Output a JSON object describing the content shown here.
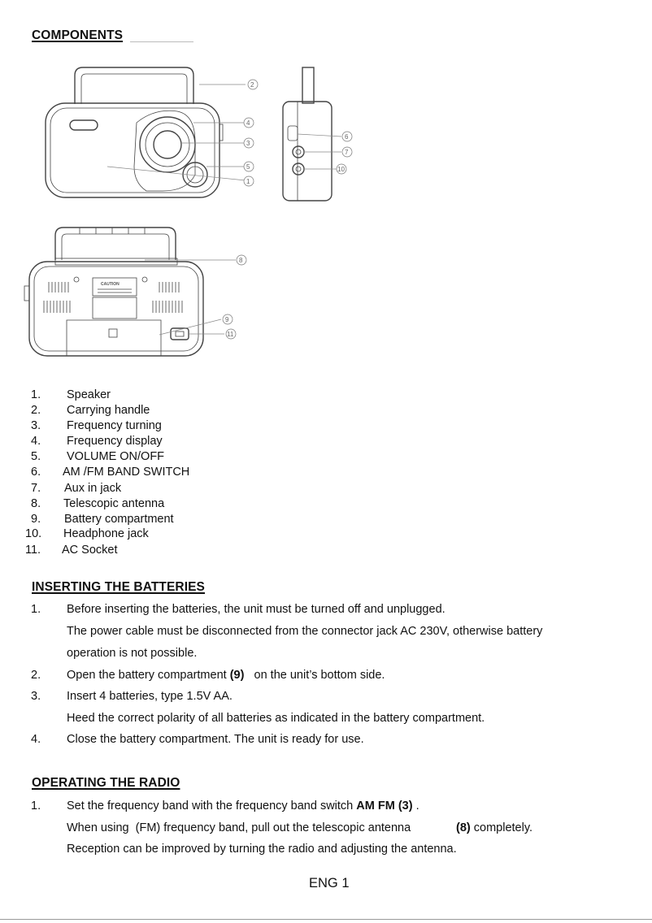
{
  "components": {
    "heading": "COMPONENTS",
    "callouts": [
      "1",
      "2",
      "3",
      "4",
      "5",
      "6",
      "7",
      "8",
      "9",
      "10",
      "11"
    ],
    "label_caution": "CAUTION",
    "items": [
      {
        "num": "1.",
        "label": "Speaker"
      },
      {
        "num": "2.",
        "label": "Carrying handle"
      },
      {
        "num": "3.",
        "label": "Frequency turning"
      },
      {
        "num": "4.",
        "label": "Frequency display"
      },
      {
        "num": "5.",
        "label": "VOLUME ON/OFF"
      },
      {
        "num": "6.",
        "label": "AM /FM BAND SWITCH"
      },
      {
        "num": "7.",
        "label": "Aux in jack"
      },
      {
        "num": "8.",
        "label": "Telescopic antenna"
      },
      {
        "num": "9.",
        "label": "Battery compartment"
      },
      {
        "num": "10.",
        "label": "Headphone jack"
      },
      {
        "num": "11.",
        "label": "AC Socket"
      }
    ]
  },
  "batteries": {
    "heading": "INSERTING THE BATTERIES",
    "steps": [
      {
        "num": "1.",
        "text": "Before inserting the batteries, the unit must be turned off and unplugged."
      },
      {
        "num": "",
        "text": "The power cable must be disconnected from the connector jack AC 230V, otherwise battery"
      },
      {
        "num": "",
        "text": "operation is not possible."
      },
      {
        "num": "2.",
        "text_before": "Open the battery compartment ",
        "bold": "(9)",
        "text_after": "   on the unit’s bottom side."
      },
      {
        "num": "3.",
        "text": "Insert 4 batteries, type 1.5V AA."
      },
      {
        "num": "",
        "text": "Heed the correct polarity of all batteries as indicated in the battery compartment."
      },
      {
        "num": "4.",
        "text": "Close the battery compartment. The unit is ready for use."
      }
    ]
  },
  "radio": {
    "heading": "OPERATING THE RADIO",
    "step1_num": "1.",
    "step1_before": "Set the frequency band with the frequency band switch ",
    "step1_bold": "AM FM (3)",
    "step1_after": " .",
    "line2_text": "When using  (FM) frequency band, pull out the telescopic antenna",
    "line2_bold": "(8)",
    "line2_after": " completely.",
    "line3_text": "Reception can be improved by turning the radio and adjusting the antenna."
  },
  "footer": {
    "page_label": "ENG 1"
  }
}
